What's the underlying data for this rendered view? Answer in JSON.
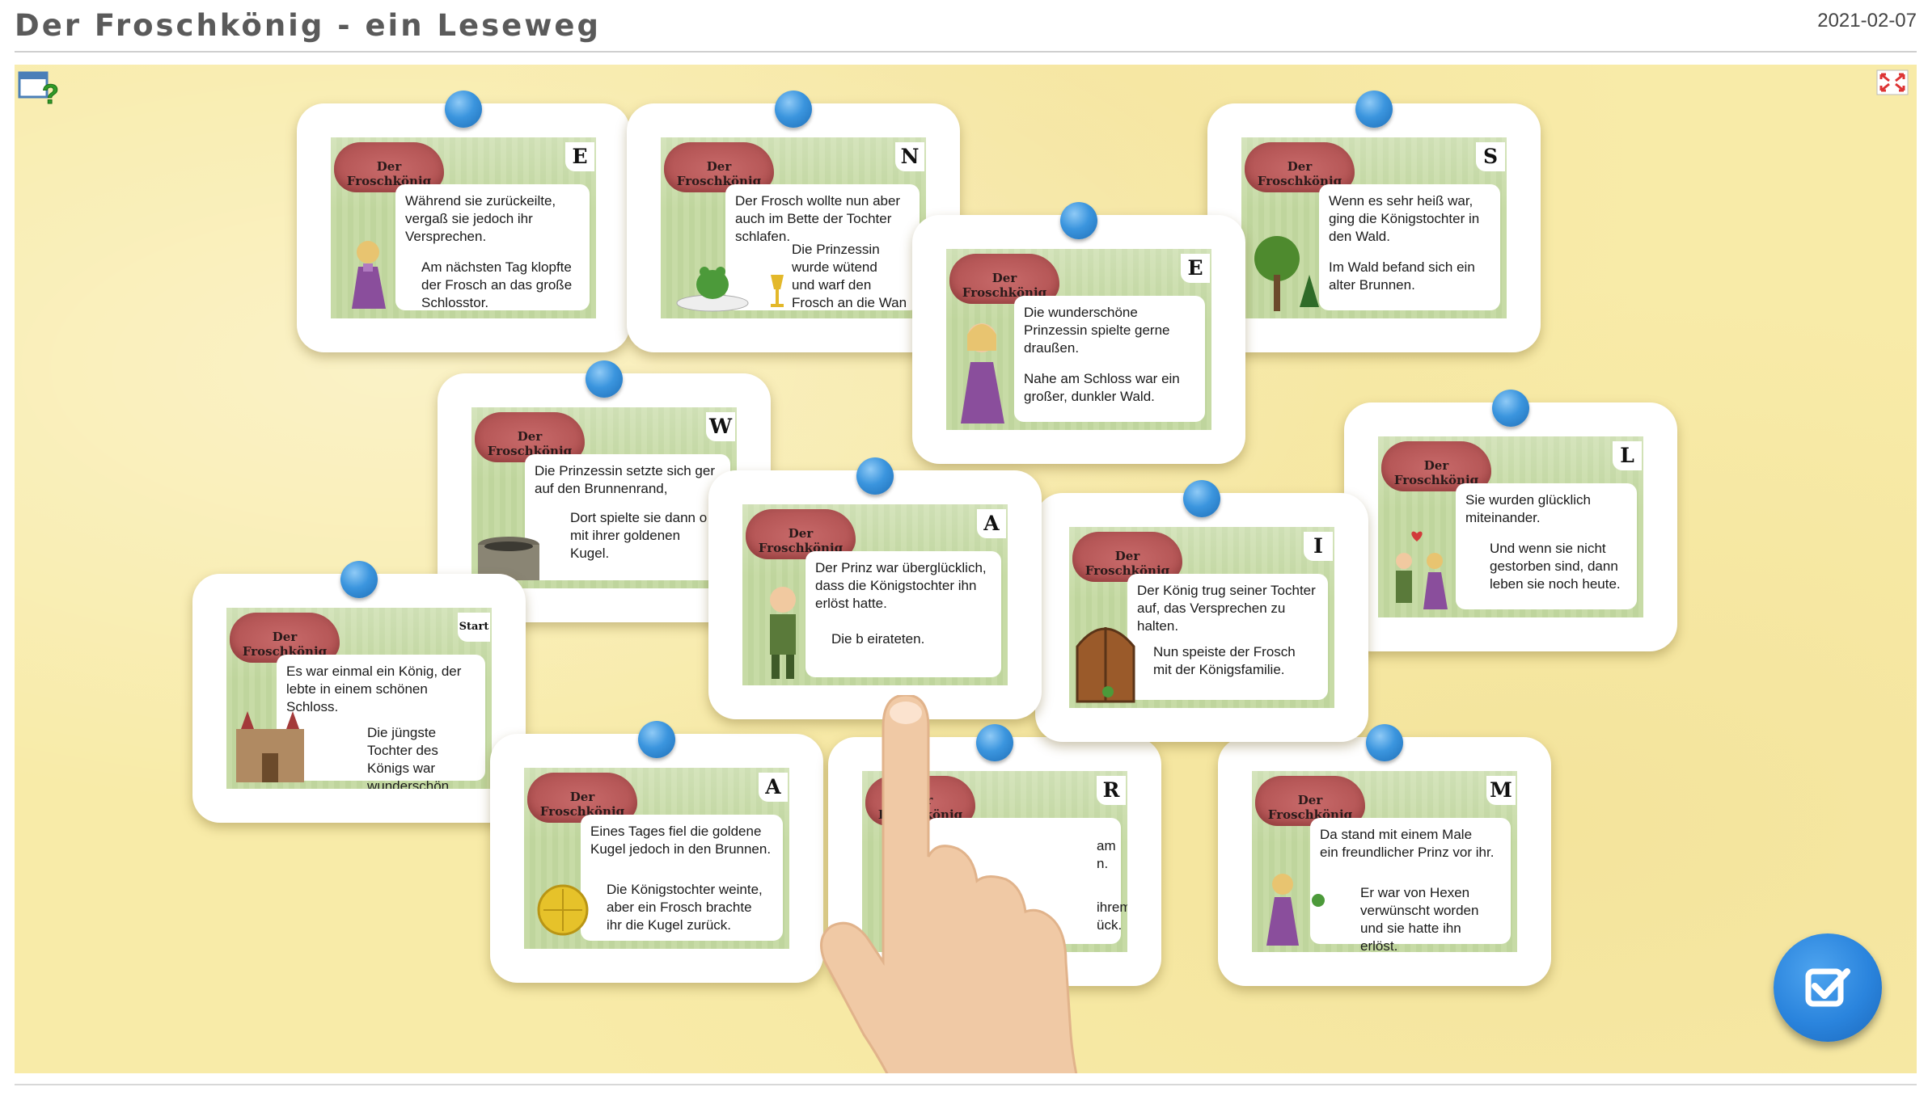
{
  "header": {
    "title": "Der Froschkönig - ein Leseweg",
    "date": "2021-02-07"
  },
  "board": {
    "icons": {
      "help": "help-icon",
      "fullscreen": "fullscreen-icon",
      "submit": "check-icon"
    },
    "card_heading": "Der Froschkönig",
    "cards": [
      {
        "letter": "E",
        "text1": "Während sie zurückeilte,\nvergaß sie jedoch ihr\nVersprechen.",
        "text2": "Am nächsten Tag klopfte\nder Frosch an das große\nSchlosstor.",
        "illustration": "princess-back"
      },
      {
        "letter": "N",
        "text1": "Der Frosch wollte nun aber\nauch im Bette der Tochter\nschlafen.",
        "text2": "Die Prinzessin\nwurde wütend\nund warf den\nFrosch an die Wan",
        "illustration": "frog-plate-goblet"
      },
      {
        "letter": "E",
        "text1": "Die wunderschöne\nPrinzessin spielte gerne\ndraußen.",
        "text2": "Nahe am Schloss war ein\ngroßer, dunkler Wald.",
        "illustration": "princess"
      },
      {
        "letter": "S",
        "text1": "Wenn es sehr heiß war,\nging die Königstochter in\nden Wald.",
        "text2": "Im Wald befand sich ein\nalter Brunnen.",
        "illustration": "trees"
      },
      {
        "letter": "W",
        "text1": "Die Prinzessin setzte sich ger\nauf den Brunnenrand,",
        "text2": "Dort spielte sie dann o\nmit ihrer goldenen\nKugel.",
        "illustration": "well"
      },
      {
        "letter": "A",
        "text1": "Der Prinz war überglücklich,\ndass die Königstochter ihn\nerlöst hatte.",
        "text2": "Die b      eirateten.",
        "illustration": "prince"
      },
      {
        "letter": "I",
        "text1": "Der König trug seiner Tochter\nauf, das Versprechen zu\nhalten.",
        "text2": "Nun speiste der Frosch\nmit der Königsfamilie.",
        "illustration": "door-frog"
      },
      {
        "letter": "L",
        "text1": "Sie wurden glücklich\nmiteinander.",
        "text2": "Und wenn sie nicht\ngestorben sind, dann\nleben sie noch heute.",
        "illustration": "couple"
      },
      {
        "letter": "Start",
        "text1": "Es war einmal ein König, der\nlebte in einem schönen Schloss.",
        "text2": "Die jüngste Tochter des\nKönigs war wunderschön.",
        "illustration": "castle"
      },
      {
        "letter": "A",
        "text1": "Eines Tages fiel die goldene\nKugel jedoch in den Brunnen.",
        "text2": "Die Königstochter weinte,\naber ein Frosch brachte\nihr die Kugel zurück.",
        "illustration": "golden-ball"
      },
      {
        "letter": "R",
        "text1": "am\nn.",
        "text2": "ihrem\nück.",
        "illustration": "hidden"
      },
      {
        "letter": "M",
        "text1": "Da stand mit einem Male\nein freundlicher Prinz vor ihr.",
        "text2": "Er war von Hexen\nverwünscht worden\nund sie hatte ihn\nerlöst.",
        "illustration": "princess-frog"
      }
    ]
  },
  "colors": {
    "board_bg": "#f8eba8",
    "pin": "#3b95de",
    "button": "#2a84dd",
    "cloud": "#b75858"
  }
}
